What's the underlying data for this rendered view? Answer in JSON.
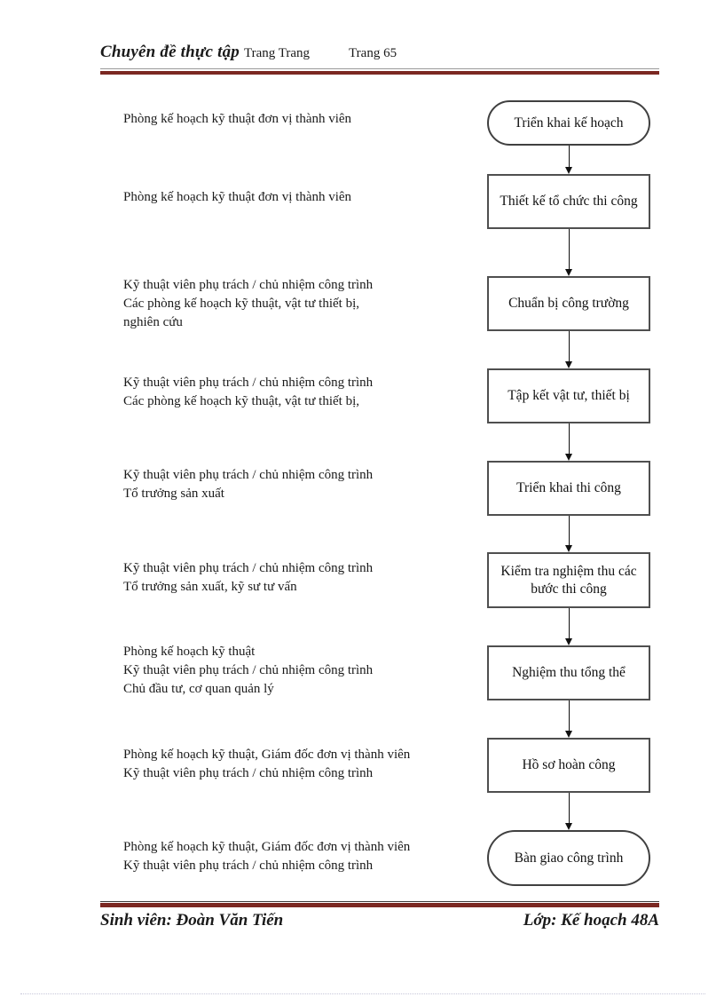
{
  "header": {
    "title": "Chuyên đề thực tập",
    "author": "Trang Trang",
    "page_number": "Trang 65"
  },
  "footer": {
    "student": "Sinh viên: Đoàn Văn Tiến",
    "class_name": "Lớp: Kế hoạch 48A"
  },
  "colors": {
    "rule_maroon": "#7b2822",
    "box_border": "#4f4f4f",
    "text": "#1a1a1a"
  },
  "flowchart": {
    "rows": [
      {
        "responsible": "Phòng kế hoạch kỹ thuật đơn vị thành viên",
        "step": "Triển khai kế hoạch",
        "shape": "terminator"
      },
      {
        "responsible": "Phòng kế hoạch kỹ thuật đơn vị thành viên",
        "step": "Thiết kế tổ chức thi công",
        "shape": "process"
      },
      {
        "responsible": "Kỹ thuật viên phụ trách / chủ nhiệm công trình\nCác phòng kế hoạch kỹ thuật, vật tư thiết bị,\nnghiên cứu",
        "step": "Chuẩn bị công trường",
        "shape": "process"
      },
      {
        "responsible": "Kỹ thuật viên phụ trách / chủ nhiệm công trình\nCác phòng kế hoạch kỹ thuật, vật tư thiết bị,",
        "step": "Tập kết vật tư, thiết bị",
        "shape": "process"
      },
      {
        "responsible": "Kỹ thuật viên phụ trách / chủ nhiệm công trình\nTổ trưởng sản xuất",
        "step": "Triển khai thi công",
        "shape": "process"
      },
      {
        "responsible": "Kỹ thuật viên phụ trách / chủ nhiệm công trình\nTổ trưởng sản xuất, kỹ sư tư vấn",
        "step": "Kiểm tra nghiệm thu các bước thi công",
        "shape": "process"
      },
      {
        "responsible": "Phòng kế hoạch kỹ thuật\nKỹ thuật viên phụ trách / chủ nhiệm công trình\nChủ đầu tư, cơ quan quản lý",
        "step": "Nghiệm thu tổng thể",
        "shape": "process"
      },
      {
        "responsible": "Phòng kế hoạch kỹ thuật, Giám đốc đơn vị thành viên\nKỹ thuật viên phụ trách / chủ nhiệm công trình",
        "step": "Hồ sơ hoàn công",
        "shape": "process"
      },
      {
        "responsible": "Phòng kế hoạch kỹ thuật, Giám đốc đơn vị thành viên\nKỹ thuật viên phụ trách / chủ nhiệm công trình",
        "step": "Bàn giao công trình",
        "shape": "terminator"
      }
    ]
  }
}
